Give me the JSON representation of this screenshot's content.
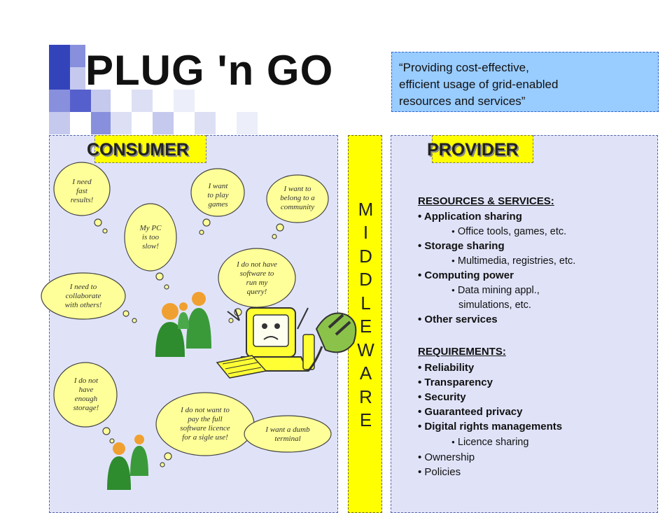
{
  "title": "PLUG 'n GO",
  "quote": {
    "lines": [
      "“Providing cost-effective,",
      "efficient usage of grid-enabled",
      "resources and services”"
    ]
  },
  "consumer": {
    "label": "CONSUMER",
    "bubbles": [
      {
        "id": "fast-results",
        "lines": [
          "I need",
          "fast",
          "results!"
        ]
      },
      {
        "id": "play-games",
        "lines": [
          "I want",
          "to play",
          "games"
        ]
      },
      {
        "id": "community",
        "lines": [
          "I want to",
          "belong to a",
          "community"
        ]
      },
      {
        "id": "pc-slow",
        "lines": [
          "My PC",
          "is too",
          "slow!"
        ]
      },
      {
        "id": "no-software",
        "lines": [
          "I do not have",
          "software to",
          "run my",
          "query!"
        ]
      },
      {
        "id": "collaborate",
        "lines": [
          "I need to",
          "collaborate",
          "with others!"
        ]
      },
      {
        "id": "storage",
        "lines": [
          "I do not",
          "have",
          "enough",
          "storage!"
        ]
      },
      {
        "id": "licence",
        "lines": [
          "I do not want to",
          "pay the full",
          "software licence",
          "for a sigle use!"
        ]
      },
      {
        "id": "dumb-terminal",
        "lines": [
          "I want a dumb",
          "terminal"
        ]
      }
    ]
  },
  "middleware": {
    "letters": [
      "M",
      "I",
      "D",
      "D",
      "L",
      "E",
      "W",
      "A",
      "R",
      "E"
    ]
  },
  "provider": {
    "label": "PROVIDER",
    "resources_header": "RESOURCES & SERVICES:",
    "resources": [
      {
        "text": "• Application sharing",
        "type": "main"
      },
      {
        "text": "Office tools, games, etc.",
        "type": "sub"
      },
      {
        "text": "• Storage sharing",
        "type": "main"
      },
      {
        "text": "Multimedia, registries, etc.",
        "type": "sub"
      },
      {
        "text": "• Computing power",
        "type": "main"
      },
      {
        "text": "Data mining appl.,",
        "type": "sub"
      },
      {
        "text": "simulations, etc.",
        "type": "sub-cont"
      },
      {
        "text": "• Other services",
        "type": "main"
      }
    ],
    "requirements_header": "REQUIREMENTS:",
    "requirements": [
      {
        "text": "• Reliability",
        "type": "main"
      },
      {
        "text": "• Transparency",
        "type": "main"
      },
      {
        "text": "• Security",
        "type": "main"
      },
      {
        "text": "• Guaranteed privacy",
        "type": "main"
      },
      {
        "text": "• Digital rights managements",
        "type": "main"
      },
      {
        "text": "Licence sharing",
        "type": "sub"
      },
      {
        "text": "• Ownership",
        "type": "plain"
      },
      {
        "text": "• Policies",
        "type": "plain"
      }
    ]
  },
  "colors": {
    "accent_blue": "#99ccff",
    "panel": "#e0e3f8",
    "highlight": "#ffff00",
    "bubble": "#ffff99",
    "person_green": "#2e8b2e",
    "person_head": "#f0a030"
  }
}
